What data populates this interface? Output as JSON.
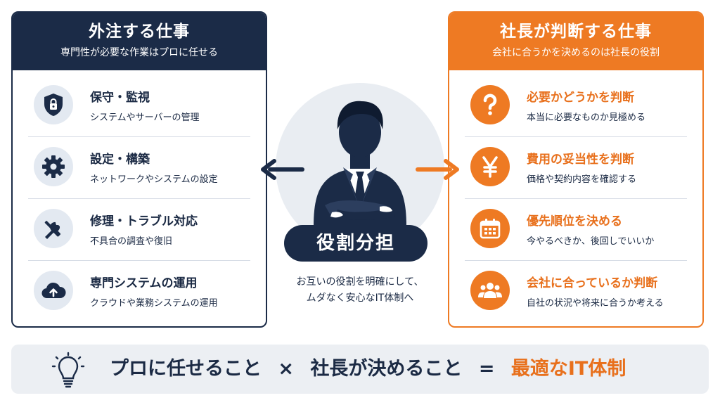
{
  "left_panel": {
    "title": "外注する仕事",
    "subtitle": "専門性が必要な作業はプロに任せる",
    "items": [
      {
        "title": "保守・監視",
        "desc": "システムやサーバーの管理",
        "icon": "shield-lock-icon"
      },
      {
        "title": "設定・構築",
        "desc": "ネットワークやシステムの設定",
        "icon": "gear-icon"
      },
      {
        "title": "修理・トラブル対応",
        "desc": "不具合の調査や復旧",
        "icon": "wrench-screwdriver-icon"
      },
      {
        "title": "専門システムの運用",
        "desc": "クラウドや業務システムの運用",
        "icon": "cloud-upload-icon"
      }
    ]
  },
  "right_panel": {
    "title": "社長が判断する仕事",
    "subtitle": "会社に合うかを決めるのは社長の役割",
    "items": [
      {
        "title": "必要かどうかを判断",
        "desc": "本当に必要なものか見極める",
        "icon": "question-icon"
      },
      {
        "title": "費用の妥当性を判断",
        "desc": "価格や契約内容を確認する",
        "icon": "yen-icon"
      },
      {
        "title": "優先順位を決める",
        "desc": "今やるべきか、後回しでいいか",
        "icon": "calendar-icon"
      },
      {
        "title": "会社に合っているか判断",
        "desc": "自社の状況や将来に合うか考える",
        "icon": "people-icon"
      }
    ]
  },
  "center": {
    "label": "役割分担",
    "caption_line1": "お互いの役割を明確にして、",
    "caption_line2": "ムダなく安心なIT体制へ",
    "icon": "businessman-icon"
  },
  "bottom": {
    "part1": "プロに任せること",
    "times": "×",
    "part2": "社長が決めること",
    "equals": "=",
    "result": "最適なIT体制",
    "icon": "lightbulb-icon"
  },
  "colors": {
    "navy": "#1b2b47",
    "orange": "#ee7a23"
  }
}
